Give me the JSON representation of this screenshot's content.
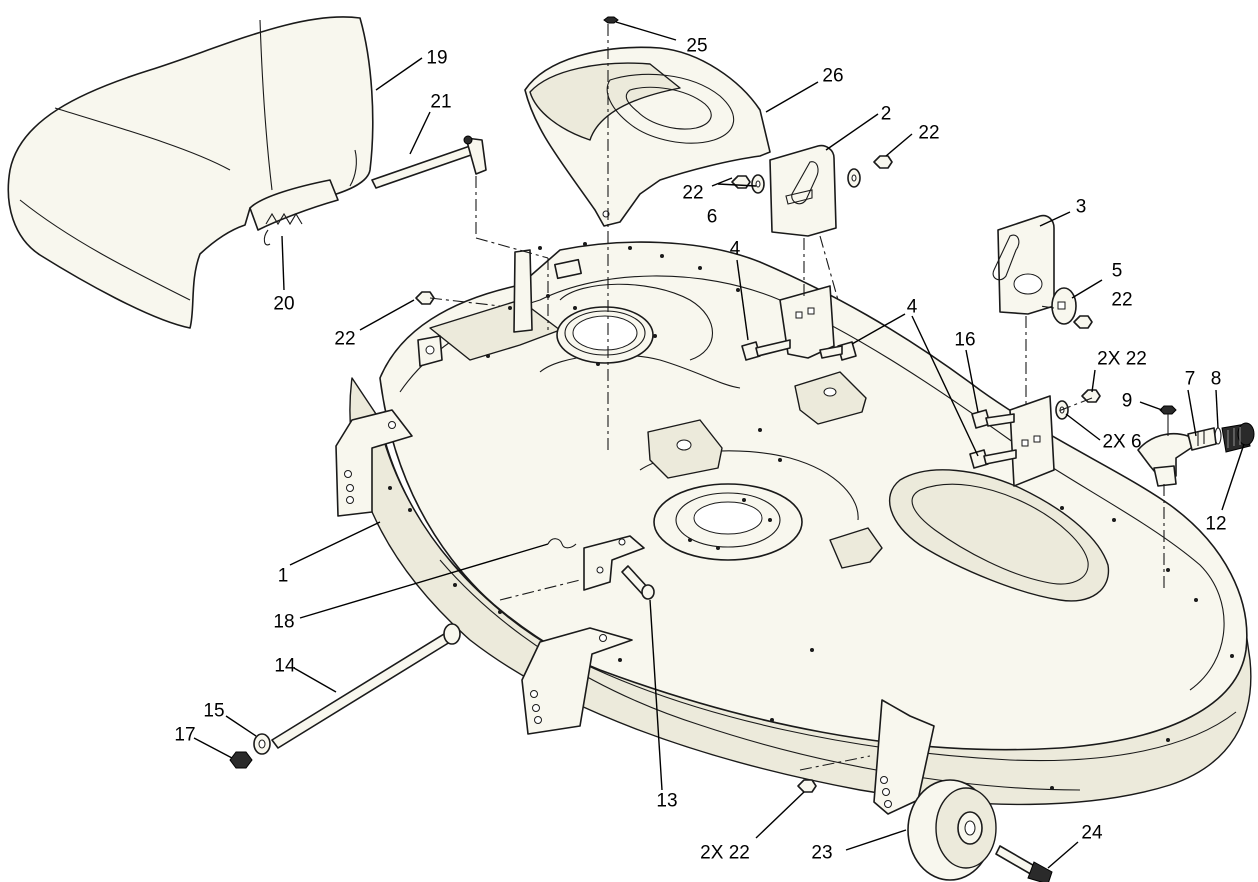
{
  "callouts": [
    {
      "id": "c1",
      "text": "1"
    },
    {
      "id": "c2",
      "text": "2"
    },
    {
      "id": "c3",
      "text": "3"
    },
    {
      "id": "c4a",
      "text": "4"
    },
    {
      "id": "c4b",
      "text": "4"
    },
    {
      "id": "c5",
      "text": "5"
    },
    {
      "id": "c6a",
      "text": "6"
    },
    {
      "id": "c6b",
      "text": "2X  6"
    },
    {
      "id": "c7",
      "text": "7"
    },
    {
      "id": "c8",
      "text": "8"
    },
    {
      "id": "c9",
      "text": "9"
    },
    {
      "id": "c12",
      "text": "12"
    },
    {
      "id": "c13",
      "text": "13"
    },
    {
      "id": "c14",
      "text": "14"
    },
    {
      "id": "c15",
      "text": "15"
    },
    {
      "id": "c16",
      "text": "16"
    },
    {
      "id": "c17",
      "text": "17"
    },
    {
      "id": "c18",
      "text": "18"
    },
    {
      "id": "c19",
      "text": "19"
    },
    {
      "id": "c20",
      "text": "20"
    },
    {
      "id": "c21",
      "text": "21"
    },
    {
      "id": "c22a",
      "text": "22"
    },
    {
      "id": "c22b",
      "text": "22"
    },
    {
      "id": "c22c",
      "text": "22"
    },
    {
      "id": "c22d",
      "text": "22"
    },
    {
      "id": "c22e",
      "text": "2X 22"
    },
    {
      "id": "c22f",
      "text": "2X 22"
    },
    {
      "id": "c23",
      "text": "23"
    },
    {
      "id": "c24",
      "text": "24"
    },
    {
      "id": "c25",
      "text": "25"
    },
    {
      "id": "c26",
      "text": "26"
    }
  ]
}
